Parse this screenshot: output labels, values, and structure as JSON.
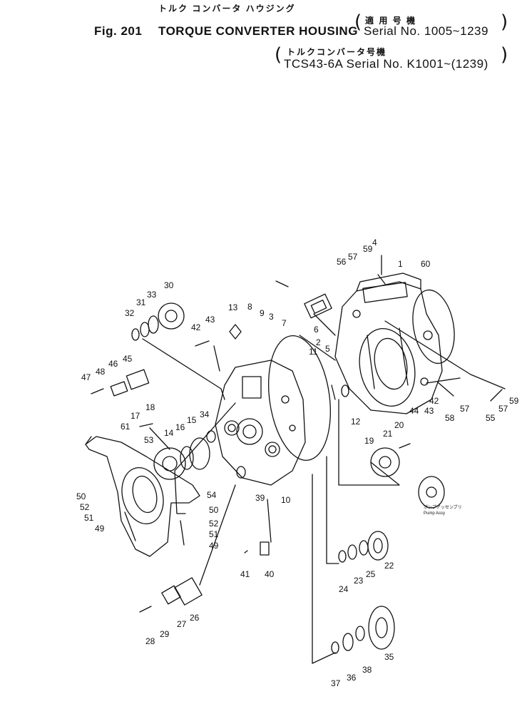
{
  "header": {
    "jp_title": "トルク コンバータ ハウジング",
    "fig_label": "Fig. 201",
    "en_title": "TORQUE CONVERTER HOUSING",
    "applic1_jp": "適 用 号 機",
    "applic1_en": "Serial No. 1005~1239",
    "applic2_jp": "トルクコンバータ号機",
    "applic2_en": "TCS43-6A Serial No. K1001~(1239)"
  },
  "callout": {
    "pump_jp": "ポンプアッセンブリ",
    "pump_en": "Pump Assy"
  },
  "part_numbers": [
    "1",
    "2",
    "3",
    "4",
    "5",
    "6",
    "7",
    "8",
    "9",
    "10",
    "11",
    "12",
    "13",
    "14",
    "15",
    "16",
    "17",
    "18",
    "19",
    "20",
    "21",
    "22",
    "23",
    "24",
    "25",
    "26",
    "27",
    "28",
    "29",
    "30",
    "31",
    "32",
    "33",
    "34",
    "35",
    "36",
    "37",
    "38",
    "39",
    "40",
    "41",
    "42",
    "43",
    "44",
    "45",
    "46",
    "47",
    "48",
    "49",
    "50",
    "51",
    "52",
    "53",
    "54",
    "55",
    "56",
    "57",
    "58",
    "59",
    "60",
    "61"
  ]
}
